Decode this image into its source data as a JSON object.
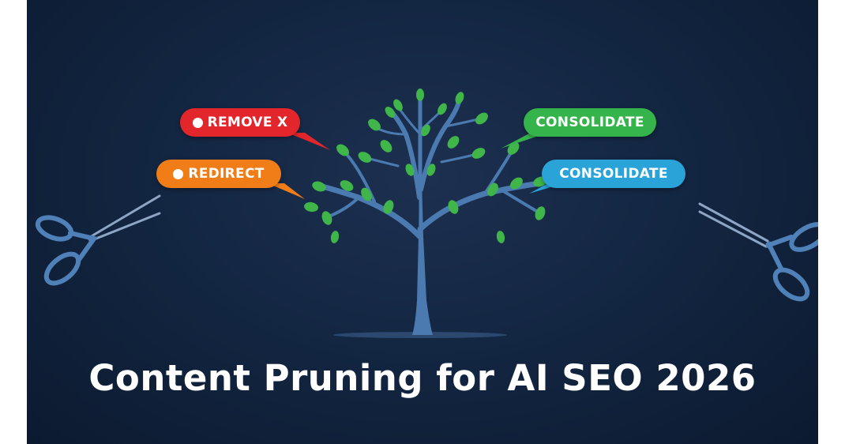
{
  "title": "Content Pruning for AI SEO 2026",
  "labels": [
    {
      "text": "REMOVE X",
      "color": "#e2262b"
    },
    {
      "text": "REDIRECT",
      "color": "#f07d18"
    },
    {
      "text": "CONSOLIDATE",
      "color": "#35b44b"
    },
    {
      "text": "CONSOLIDATE",
      "color": "#2aa3d8"
    }
  ],
  "colors": {
    "background": "#132642",
    "tree": "#4a7ab0",
    "leaf": "#3fb54a",
    "scissors": "#4f81b8"
  },
  "icons": [
    "tree-illustration",
    "scissors-icon",
    "scissors-icon"
  ]
}
